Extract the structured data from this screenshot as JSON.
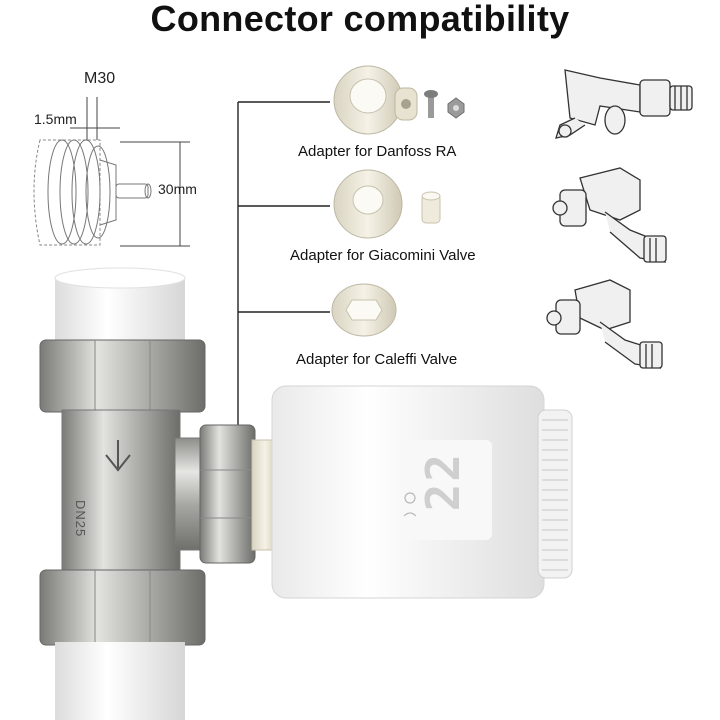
{
  "title": "Connector compatibility",
  "dimensions": {
    "thread": "M30",
    "pitch": "1.5mm",
    "pin_length": "30mm"
  },
  "adapters": [
    {
      "label": "Adapter for Danfoss RA"
    },
    {
      "label": "Adapter for Giacomini Valve"
    },
    {
      "label": "Adapter for Caleffi Valve"
    }
  ],
  "valve_marking": "DN25",
  "display_reading": "22",
  "colors": {
    "line": "#222222",
    "brass": "#b9b9b6",
    "adapter": "#ece8d8",
    "thermostat": "#f4f4f4"
  }
}
